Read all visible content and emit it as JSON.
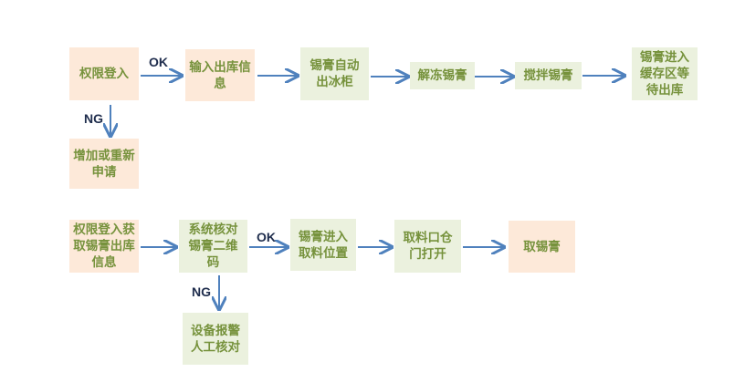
{
  "colors": {
    "start_end": "#fde9d9",
    "process": "#ebf1de",
    "text": "#76923c",
    "arrow": "#4f81bd"
  },
  "flow1": {
    "login": "权限登入",
    "input_info": "输入出库信息",
    "auto_out": "锡膏自动出冰柜",
    "thaw": "解冻锡膏",
    "stir": "搅拌锡膏",
    "buffer": "锡膏进入缓存区等待出库",
    "reapply": "增加或重新申请",
    "ok": "OK",
    "ng": "NG"
  },
  "flow2": {
    "login": "权限登入获取锡膏出库信息",
    "verify": "系统核对锡膏二维码",
    "to_pick": "锡膏进入取料位置",
    "door_open": "取料口仓门打开",
    "take": "取锡膏",
    "alarm": "设备报警人工核对",
    "ok": "OK",
    "ng": "NG"
  }
}
